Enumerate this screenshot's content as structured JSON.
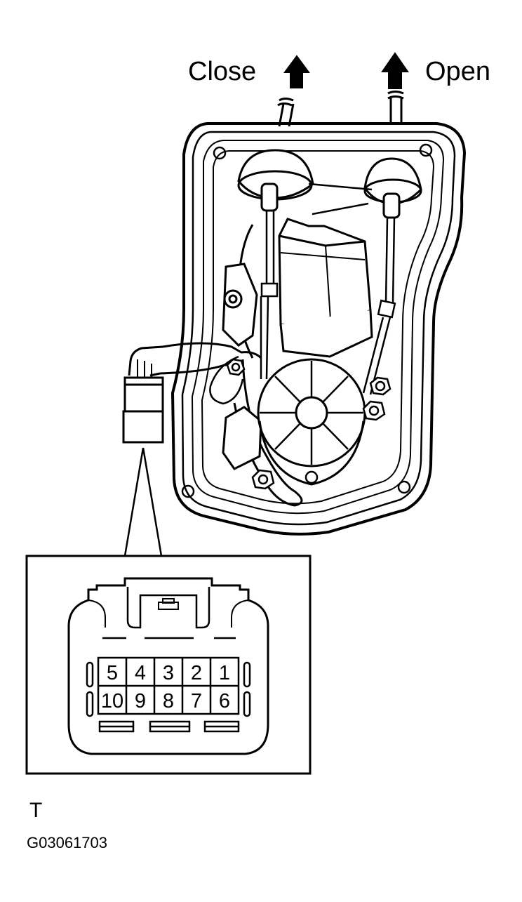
{
  "labels": {
    "close": "Close",
    "open": "Open"
  },
  "connector": {
    "pins_top": [
      "5",
      "4",
      "3",
      "2",
      "1"
    ],
    "pins_bottom": [
      "10",
      "9",
      "8",
      "7",
      "6"
    ]
  },
  "footer": {
    "view_letter": "T",
    "figure_code": "G03061703"
  }
}
